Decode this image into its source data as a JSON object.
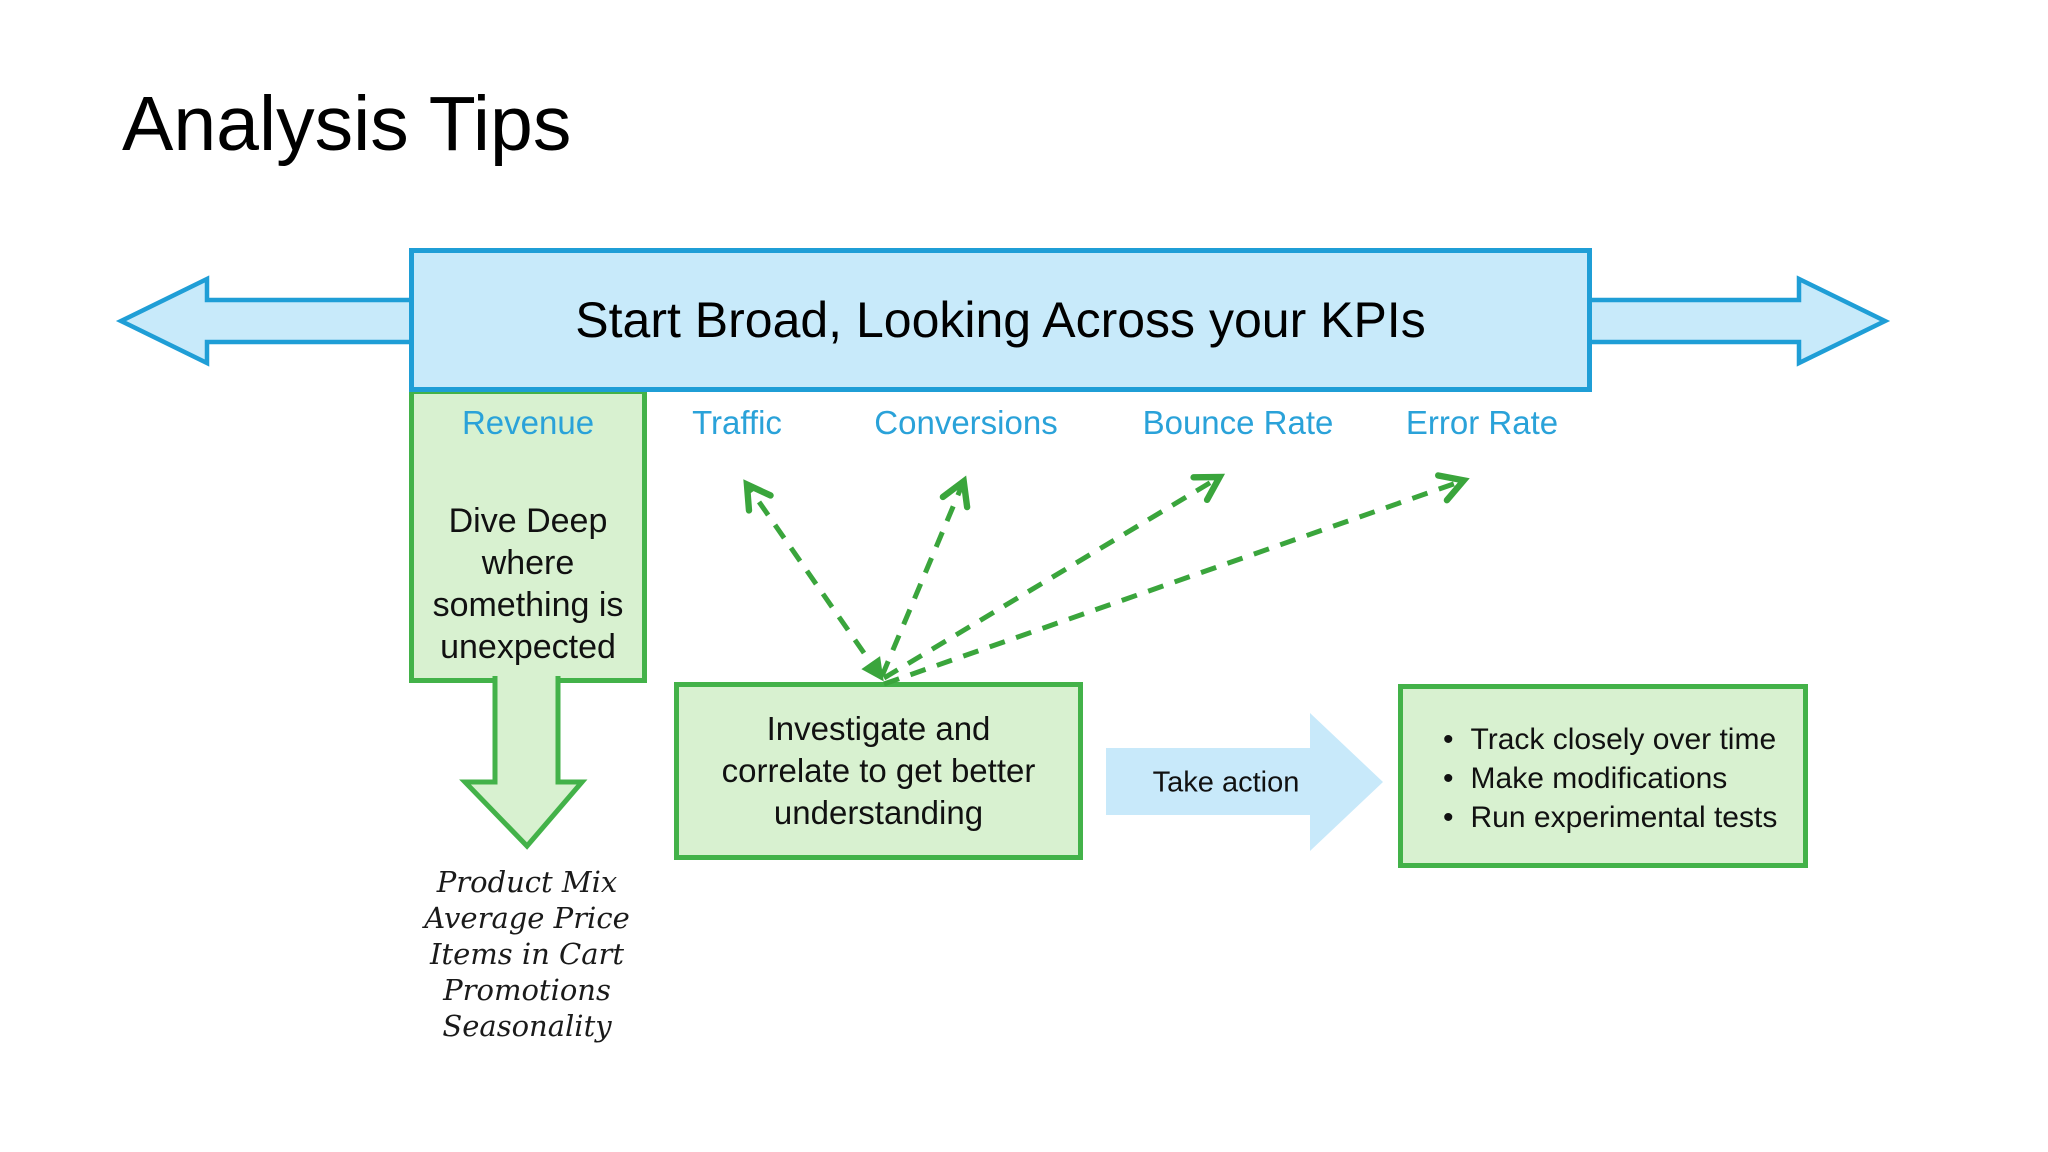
{
  "page": {
    "title": "Analysis Tips",
    "background": "#ffffff"
  },
  "banner": {
    "label": "Start Broad, Looking Across your KPIs"
  },
  "kpis": {
    "items": [
      "Revenue",
      "Traffic",
      "Conversions",
      "Bounce Rate",
      "Error Rate"
    ]
  },
  "deep_dive": {
    "box_text": "Dive Deep where something is unexpected",
    "factors": [
      "Product Mix",
      "Average Price",
      "Items in Cart",
      "Promotions",
      "Seasonality"
    ]
  },
  "investigate": {
    "box_text": "Investigate and\ncorrelate to get better\nunderstanding"
  },
  "action": {
    "arrow_label": "Take action"
  },
  "outcomes": {
    "bullet": "•",
    "items": [
      "Track closely over time",
      "Make modifications",
      "Run experimental tests"
    ]
  },
  "shapes": {
    "broad_arrows": "double-headed horizontal arrow behind banner",
    "down_arrow": "block arrow from Revenue box to factor list",
    "action_arrow": "block arrow from investigate box to outcomes box",
    "dashed_arrow_targets": [
      "Traffic",
      "Conversions",
      "Bounce Rate",
      "Error Rate"
    ]
  },
  "colors": {
    "blue_border": "#1f9ed6",
    "blue_fill": "#c8eafa",
    "kpi_text": "#2aa2d9",
    "green_border": "#43b249",
    "green_fill": "#d8f1d0",
    "dashed_arrow": "#3aa53c",
    "action_arrow_fill": "#c8e9fa",
    "text": "#111111"
  }
}
